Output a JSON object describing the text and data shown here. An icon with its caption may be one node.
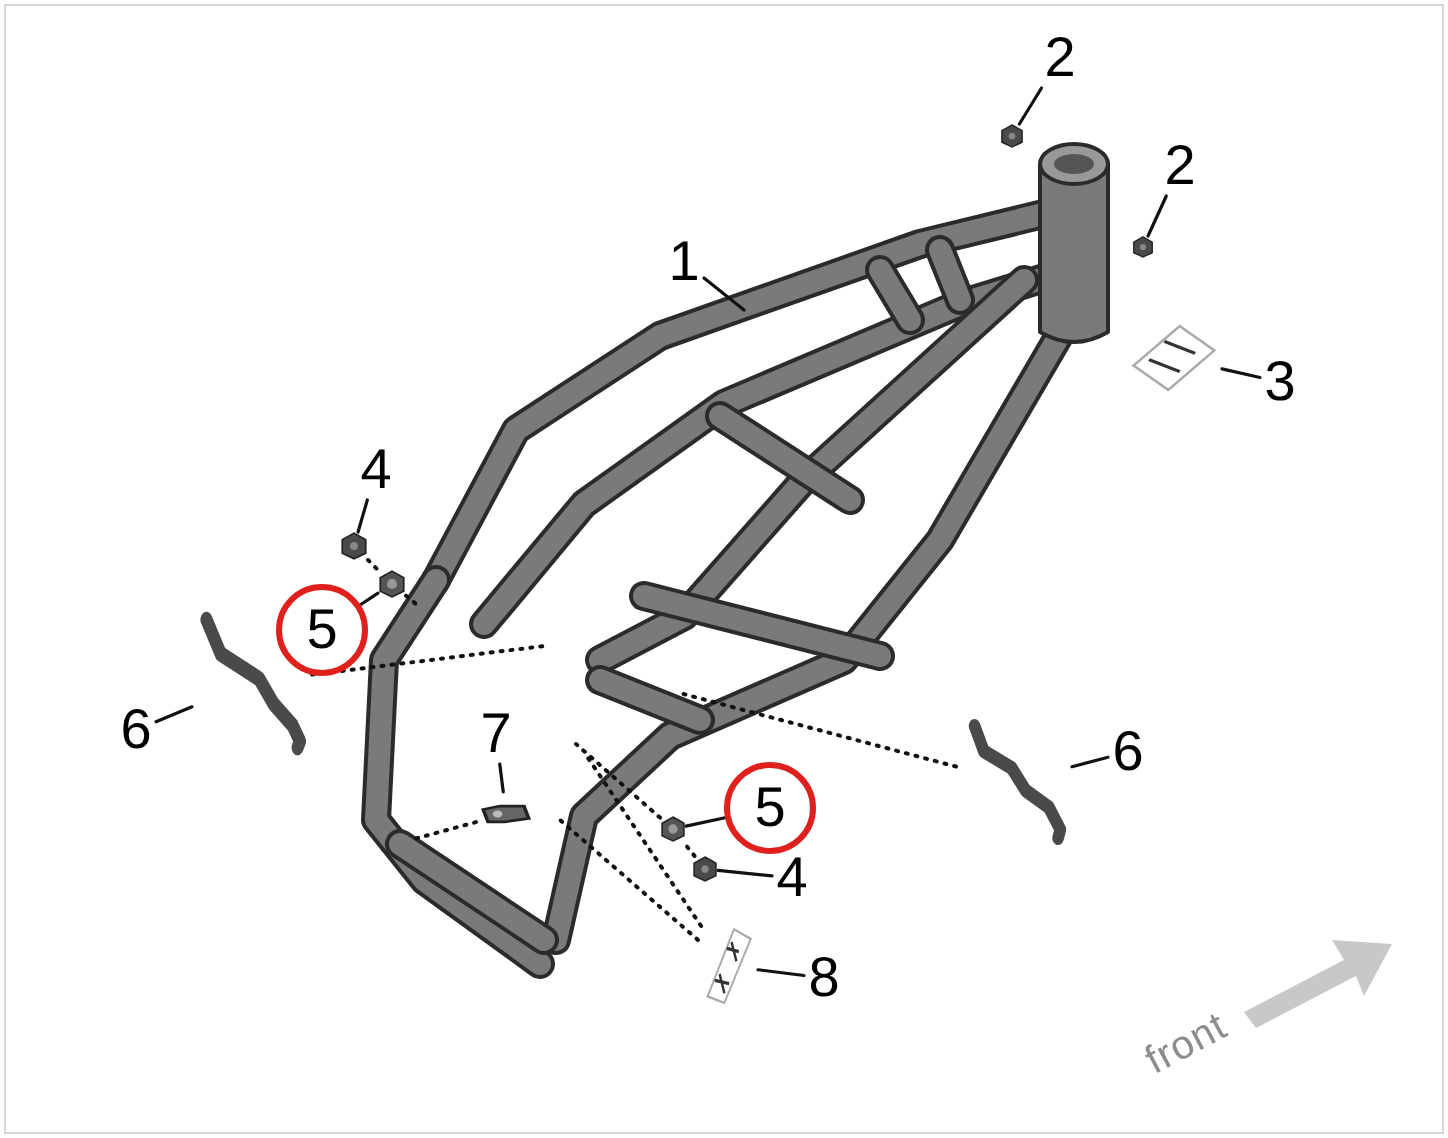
{
  "diagram": {
    "nodes": [
      {
        "text": [
          "1"
        ]
      },
      {
        "text": [
          "2"
        ]
      },
      {
        "text": [],
        "shape": "picture"
      },
      {
        "text": [
          "2"
        ]
      },
      {
        "text": [],
        "shape": "picture"
      },
      {
        "text": [
          "3"
        ]
      },
      {
        "text": [],
        "shape": "picture"
      },
      {
        "text": [
          "4"
        ]
      },
      {
        "text": [],
        "shape": "picture"
      },
      {
        "text": [
          "5"
        ]
      },
      {
        "text": [],
        "shape": "picture"
      },
      {
        "text": [
          "6"
        ]
      },
      {
        "text": [],
        "shape": "picture"
      },
      {
        "text": [
          "7"
        ]
      },
      {
        "text": [],
        "shape": "picture"
      },
      {
        "text": [
          "6"
        ]
      },
      {
        "text": [],
        "shape": "picture"
      },
      {
        "text": [
          "5"
        ]
      },
      {
        "text": [],
        "shape": "picture"
      },
      {
        "text": [
          "4"
        ]
      },
      {
        "text": [],
        "shape": "picture"
      },
      {
        "text": [
          "8"
        ]
      },
      {
        "text": [],
        "shape": "picture"
      }
    ],
    "edges": [
      {
        "from": 0,
        "to": null,
        "arrow": "none"
      },
      {
        "from": 1,
        "to": 2,
        "arrow": "none"
      },
      {
        "from": 3,
        "to": 4,
        "arrow": "none"
      },
      {
        "from": 5,
        "to": 6,
        "arrow": "none"
      },
      {
        "from": 7,
        "to": 8,
        "arrow": "none"
      },
      {
        "from": 9,
        "to": 10,
        "arrow": "none"
      },
      {
        "from": 11,
        "to": 12,
        "arrow": "none"
      },
      {
        "from": 13,
        "to": 14,
        "arrow": "none"
      },
      {
        "from": 15,
        "to": 16,
        "arrow": "none"
      },
      {
        "from": 17,
        "to": 18,
        "arrow": "none"
      },
      {
        "from": 19,
        "to": 20,
        "arrow": "none"
      },
      {
        "from": 21,
        "to": 22,
        "arrow": "none"
      },
      {
        "from": 8,
        "to": 10,
        "arrow": "none",
        "style": "dashed"
      },
      {
        "from": 10,
        "to": null,
        "arrow": "none",
        "style": "dashed"
      },
      {
        "from": 12,
        "to": null,
        "arrow": "none",
        "style": "dashed"
      },
      {
        "from": 16,
        "to": null,
        "arrow": "none",
        "style": "dashed"
      },
      {
        "from": 20,
        "to": 18,
        "arrow": "none",
        "style": "dashed"
      },
      {
        "from": 18,
        "to": null,
        "arrow": "none",
        "style": "dashed"
      },
      {
        "from": 22,
        "to": null,
        "arrow": "none",
        "style": "dashed"
      },
      {
        "from": 22,
        "to": null,
        "arrow": "none",
        "style": "dashed"
      },
      {
        "from": 14,
        "to": null,
        "arrow": "none",
        "style": "dashed"
      }
    ],
    "labels": [
      "front"
    ]
  }
}
